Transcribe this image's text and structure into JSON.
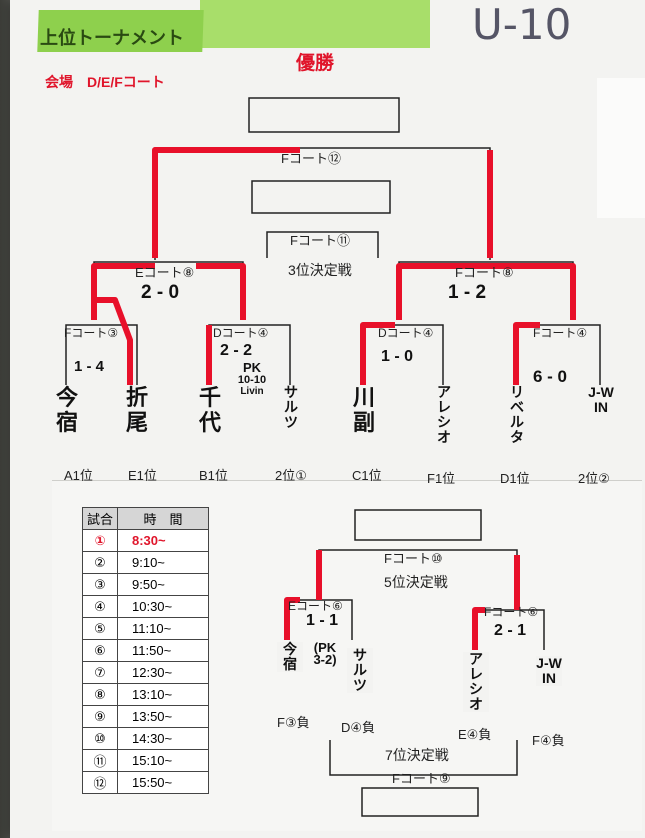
{
  "header": {
    "title": "上位トーナメント",
    "venue": "会場　D/E/Fコート",
    "champion": "優勝",
    "handwritten": "U-10"
  },
  "main_bracket": {
    "final": "Fコート⑫",
    "third_court": "Fコート⑪",
    "third_title": "3位決定戦",
    "semi_left": "Eコート⑧",
    "semi_right": "Fコート⑧",
    "semi_left_score": "2 - 0",
    "semi_right_score": "1 - 2",
    "qf": [
      "Fコート③",
      "Dコート④",
      "Dコート④",
      "Fコート④"
    ],
    "qf_scores": [
      "1 - 4",
      "2 - 2",
      "1 - 0",
      "6 - 0"
    ],
    "pk_note": [
      "PK",
      "10-10",
      "Livin"
    ],
    "teams": [
      "今宿",
      "折尾",
      "千代",
      "サルツ",
      "川副",
      "アレシオ",
      "リベルタ",
      "J-WIN"
    ],
    "seeds": [
      "A1位",
      "E1位",
      "B1位",
      "2位①",
      "C1位",
      "F1位",
      "D1位",
      "2位②"
    ]
  },
  "placement": {
    "fifth_court": "Fコート⑩",
    "fifth_title": "5位決定戦",
    "left_court": "Eコート⑥",
    "right_court": "Fコート⑥",
    "left_score": "1 - 1",
    "pk": [
      "(PK",
      "3-2)"
    ],
    "right_score": "2 - 1",
    "teams": [
      "今宿",
      "サルツ",
      "アレシオ",
      "J-WIN"
    ],
    "seeds": [
      "F③負",
      "D④負",
      "E④負",
      "F④負"
    ],
    "seventh_title": "7位決定戦",
    "seventh_court": "Fコート⑨"
  },
  "schedule": {
    "headers": [
      "試合",
      "時　間"
    ],
    "rows": [
      {
        "n": "①",
        "time": "8:30~"
      },
      {
        "n": "②",
        "time": "9:10~"
      },
      {
        "n": "③",
        "time": "9:50~"
      },
      {
        "n": "④",
        "time": "10:30~"
      },
      {
        "n": "⑤",
        "time": "11:10~"
      },
      {
        "n": "⑥",
        "time": "11:50~"
      },
      {
        "n": "⑦",
        "time": "12:30~"
      },
      {
        "n": "⑧",
        "time": "13:10~"
      },
      {
        "n": "⑨",
        "time": "13:50~"
      },
      {
        "n": "⑩",
        "time": "14:30~"
      },
      {
        "n": "⑪",
        "time": "15:10~"
      },
      {
        "n": "⑫",
        "time": "15:50~"
      }
    ]
  }
}
